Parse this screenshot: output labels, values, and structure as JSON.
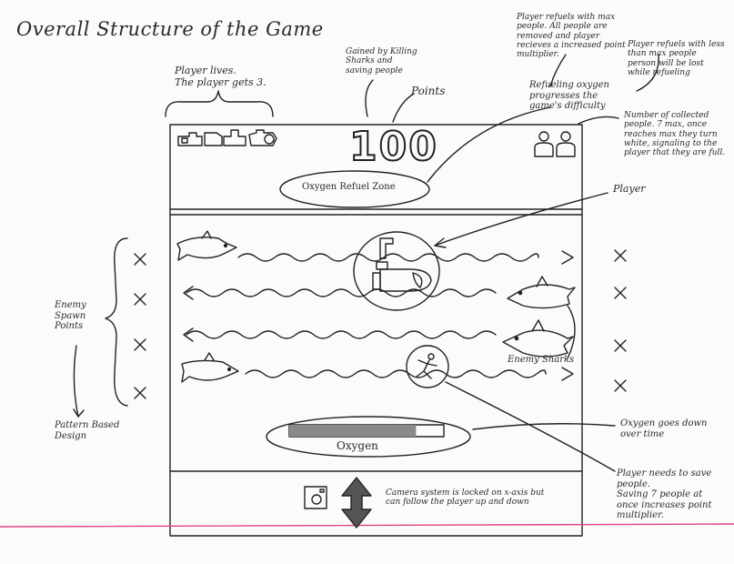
{
  "title": "Overall Structure of the Game",
  "notes": {
    "player_lives": "Player lives.\nThe player gets 3.",
    "gained_by": "Gained by Killing Sharks and saving people",
    "points": "Points",
    "refuel_max": "Player refuels with max people. All people are removed and player recieves a increased point multiplier.",
    "refuel_less": "Player refuels with less than max people person will be lost while refueling",
    "refuel_difficulty": "Refueling oxygen progresses the game's difficulty",
    "collected_people": "Number of collected people. 7 max, once reaches max they turn white, signaling to the player that they are full.",
    "player": "Player",
    "enemy_spawn": "Enemy Spawn Points",
    "pattern": "Pattern Based Design",
    "enemy_sharks": "Enemy Sharks",
    "oxygen_down": "Oxygen goes down over time",
    "save_people": "Player needs to save people.\nSaving 7 people at once increases point multiplier.",
    "camera": "Camera system is locked on x-axis but can follow the player up and down"
  },
  "hud": {
    "score": "100",
    "refuel_zone": "Oxygen Refuel Zone",
    "oxygen_label": "Oxygen"
  },
  "oxygen": {
    "level": 0.82
  },
  "colors": {
    "ink": "#222222",
    "guide_line": "#e0408a",
    "paper": "#fbfbf9"
  }
}
